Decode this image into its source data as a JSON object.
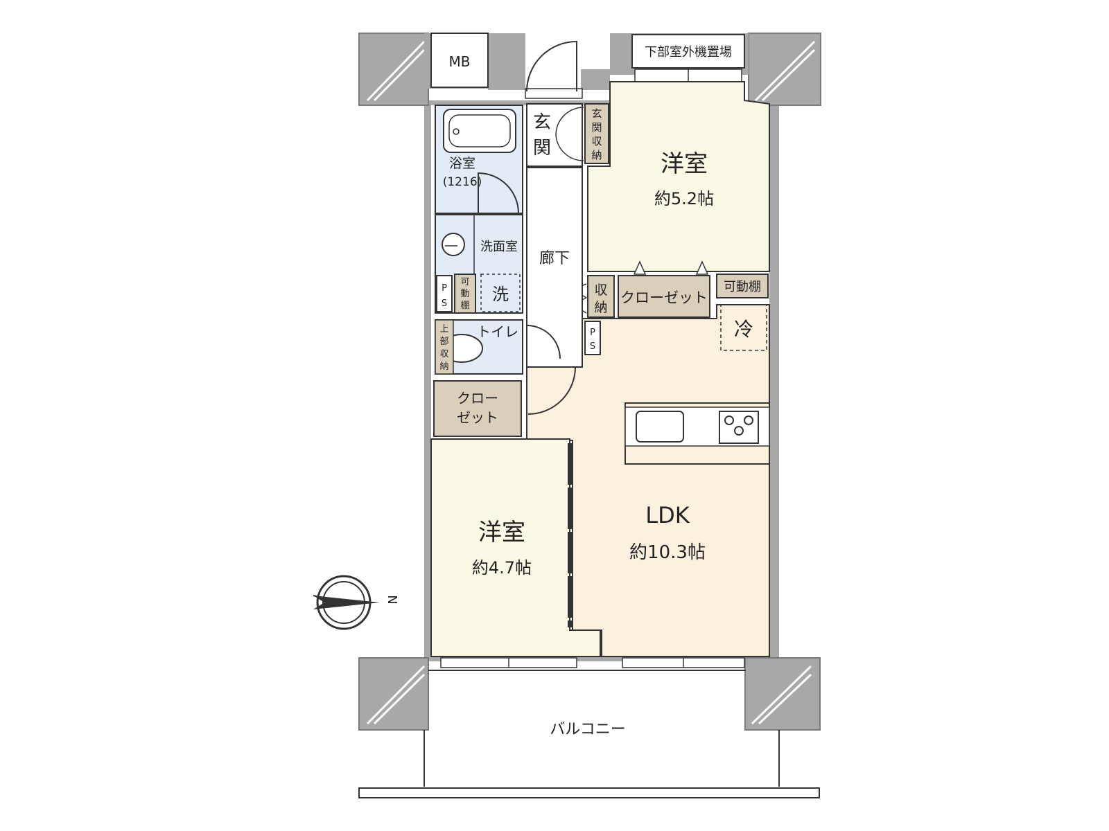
{
  "colors": {
    "wall": "#a8a8a8",
    "wall_outline": "#7a7a7a",
    "western_room": "#fbf8e6",
    "ldk": "#fcf0df",
    "wet_area": "#e3ecf6",
    "storage": "#d9cfba",
    "corridor": "#ffffff",
    "line": "#333333"
  },
  "rooms": {
    "mb": "MB",
    "outdoor_unit": "下部室外機置場",
    "entrance": [
      "玄",
      "関"
    ],
    "entrance_storage": [
      "玄",
      "関",
      "収",
      "納"
    ],
    "bathroom": "浴室",
    "bathroom_size": "(1216)",
    "washroom": "洗面室",
    "washer_mark": "洗",
    "movable_shelf_vertical": [
      "可",
      "動",
      "棚"
    ],
    "ps_left": [
      "P",
      "S"
    ],
    "toilet": "トイレ",
    "upper_storage": [
      "上",
      "部",
      "収",
      "納"
    ],
    "corridor": "廊下",
    "storage_small": [
      "収",
      "納"
    ],
    "closet_horizontal": "クローゼット",
    "movable_shelf": "可動棚",
    "fridge_mark": "冷",
    "ps_center": [
      "P",
      "S"
    ],
    "closet_left": [
      "クロー",
      "ゼット"
    ],
    "western_north_name": "洋室",
    "western_north_size": "約5.2帖",
    "western_south_name": "洋室",
    "western_south_size": "約4.7帖",
    "ldk_name": "LDK",
    "ldk_size": "約10.3帖",
    "balcony": "バルコニー",
    "compass_label": "N"
  }
}
